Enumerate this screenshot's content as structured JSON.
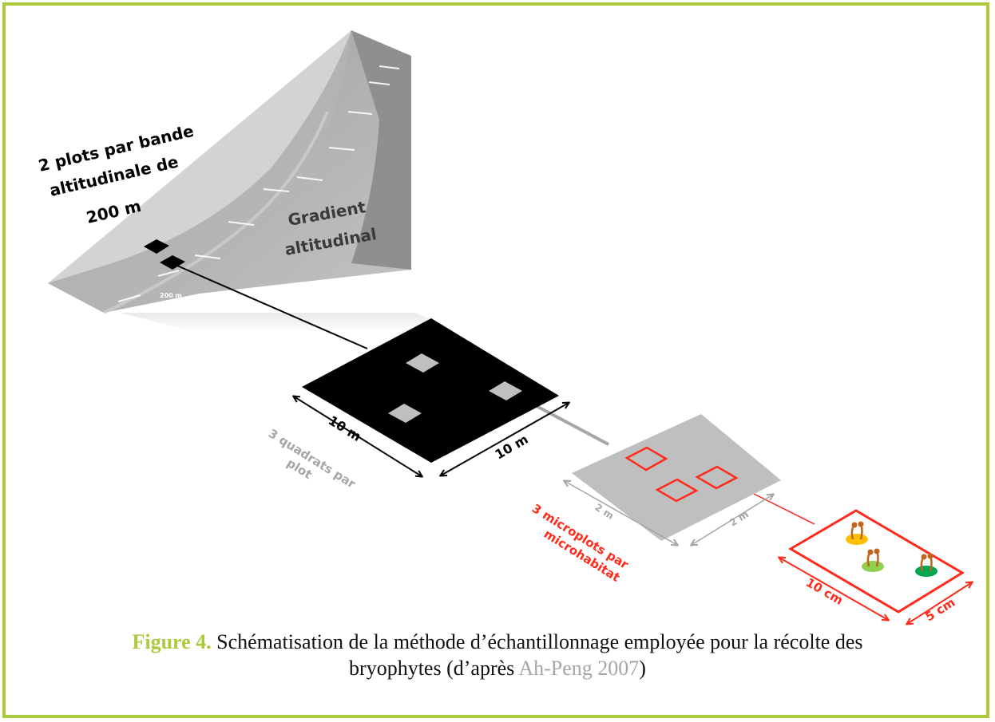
{
  "colors": {
    "frame": "#a9cb3c",
    "mountain": "#a9a9a9",
    "plot": "#000000",
    "quadrat": "#bfbfbf",
    "microplot_outline": "#ff2a1a",
    "grey_label": "#a6a6a6",
    "red_label": "#ff2a1a"
  },
  "mountain": {
    "plots_label_lines": [
      "2 plots par bande",
      "altitudinale de",
      "200 m"
    ],
    "gradient_label_lines": [
      "Gradient",
      "altitudinal"
    ],
    "band_label": "200 m"
  },
  "plot": {
    "dim_left": "10 m",
    "dim_right": "10 m",
    "quadrats_label_lines": [
      "3 quadrats par",
      "plot"
    ]
  },
  "quadrat": {
    "dim_left": "2 m",
    "dim_right": "2 m",
    "microplots_label_lines": [
      "3 microplots par",
      "microhabitat"
    ]
  },
  "microplot": {
    "dim_left": "10 cm",
    "dim_right": "5 cm",
    "moss_colors": [
      "#ffc000",
      "#8fd14f",
      "#00a651"
    ],
    "moss_sporophyte_color": "#c0651a"
  },
  "caption": {
    "figure_label": "Figure 4.",
    "text_line1": " Schématisation de la méthode d’échantillonnage employée pour la récolte des",
    "text_line2_before": "bryophytes (d’après ",
    "citation": "Ah-Peng 2007",
    "text_line2_after": ")"
  }
}
